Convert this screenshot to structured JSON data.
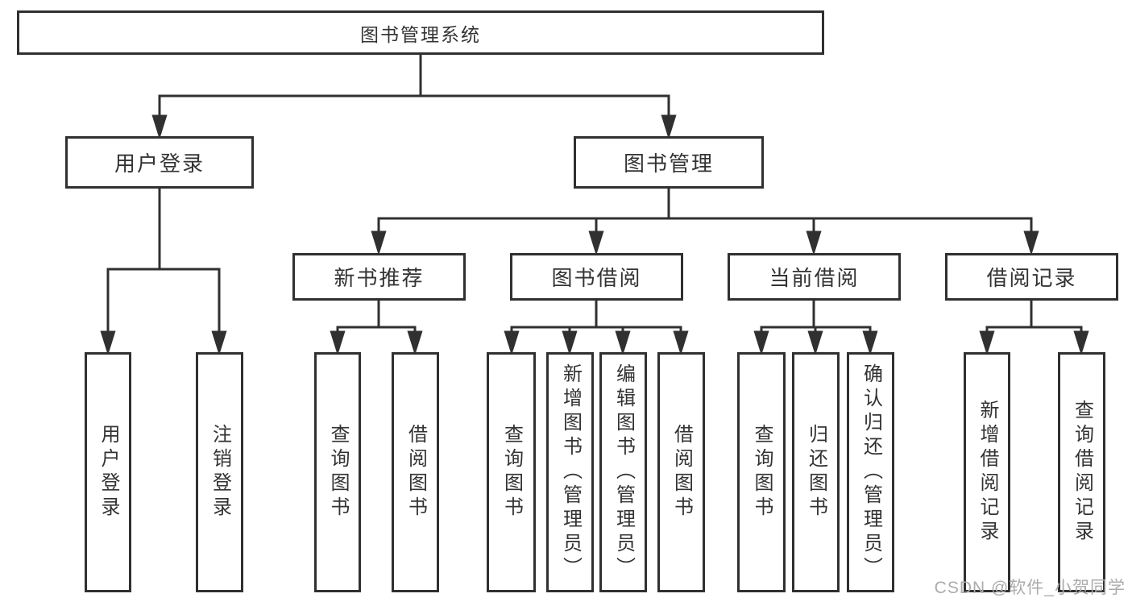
{
  "root": {
    "label": "图书管理系统"
  },
  "level2": {
    "user_login": {
      "label": "用户登录"
    },
    "book_mgmt": {
      "label": "图书管理"
    }
  },
  "level3": {
    "new_books": {
      "label": "新书推荐"
    },
    "book_borrow": {
      "label": "图书借阅"
    },
    "current_borrow": {
      "label": "当前借阅"
    },
    "borrow_record": {
      "label": "借阅记录"
    }
  },
  "leaves": {
    "user_login": [
      "用户登录",
      "注销登录"
    ],
    "new_books": [
      "查询图书",
      "借阅图书"
    ],
    "book_borrow": [
      "查询图书",
      "新增图书（管理员）",
      "编辑图书（管理员）",
      "借阅图书"
    ],
    "current_borrow": [
      "查询图书",
      "归还图书",
      "确认归还（管理员）"
    ],
    "borrow_record": [
      "新增借阅记录",
      "查询借阅记录"
    ]
  },
  "watermark": "CSDN @软件_小贺同学",
  "colors": {
    "line": "#303030",
    "box_border": "#303030",
    "box_fill": "#ffffff",
    "text": "#333333",
    "watermark": "#ababab"
  }
}
